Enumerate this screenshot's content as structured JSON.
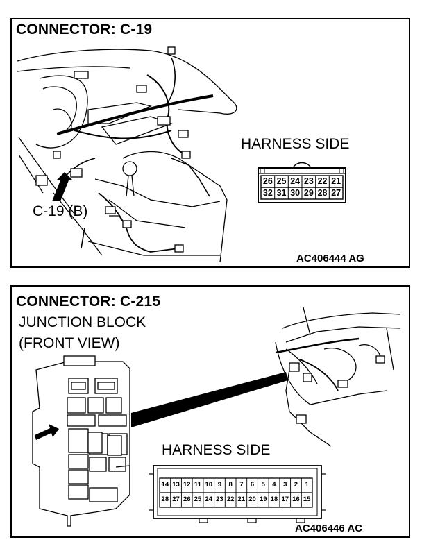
{
  "panel_c19": {
    "title": "CONNECTOR: C-19",
    "harness_side": "HARNESS SIDE",
    "callout": "C-19 (B)",
    "ref_code": "AC406444 AG",
    "pins_top": [
      "26",
      "25",
      "24",
      "23",
      "22",
      "21"
    ],
    "pins_bottom": [
      "32",
      "31",
      "30",
      "29",
      "28",
      "27"
    ]
  },
  "panel_c215": {
    "title": "CONNECTOR: C-215",
    "subtitle_line1": "JUNCTION BLOCK",
    "subtitle_line2": "(FRONT VIEW)",
    "harness_side": "HARNESS SIDE",
    "ref_code": "AC406446 AC",
    "pins_top": [
      "14",
      "13",
      "12",
      "11",
      "10",
      "9",
      "8",
      "7",
      "6",
      "5",
      "4",
      "3",
      "2",
      "1"
    ],
    "pins_bottom": [
      "28",
      "27",
      "26",
      "25",
      "24",
      "23",
      "22",
      "21",
      "20",
      "19",
      "18",
      "17",
      "16",
      "15"
    ]
  }
}
